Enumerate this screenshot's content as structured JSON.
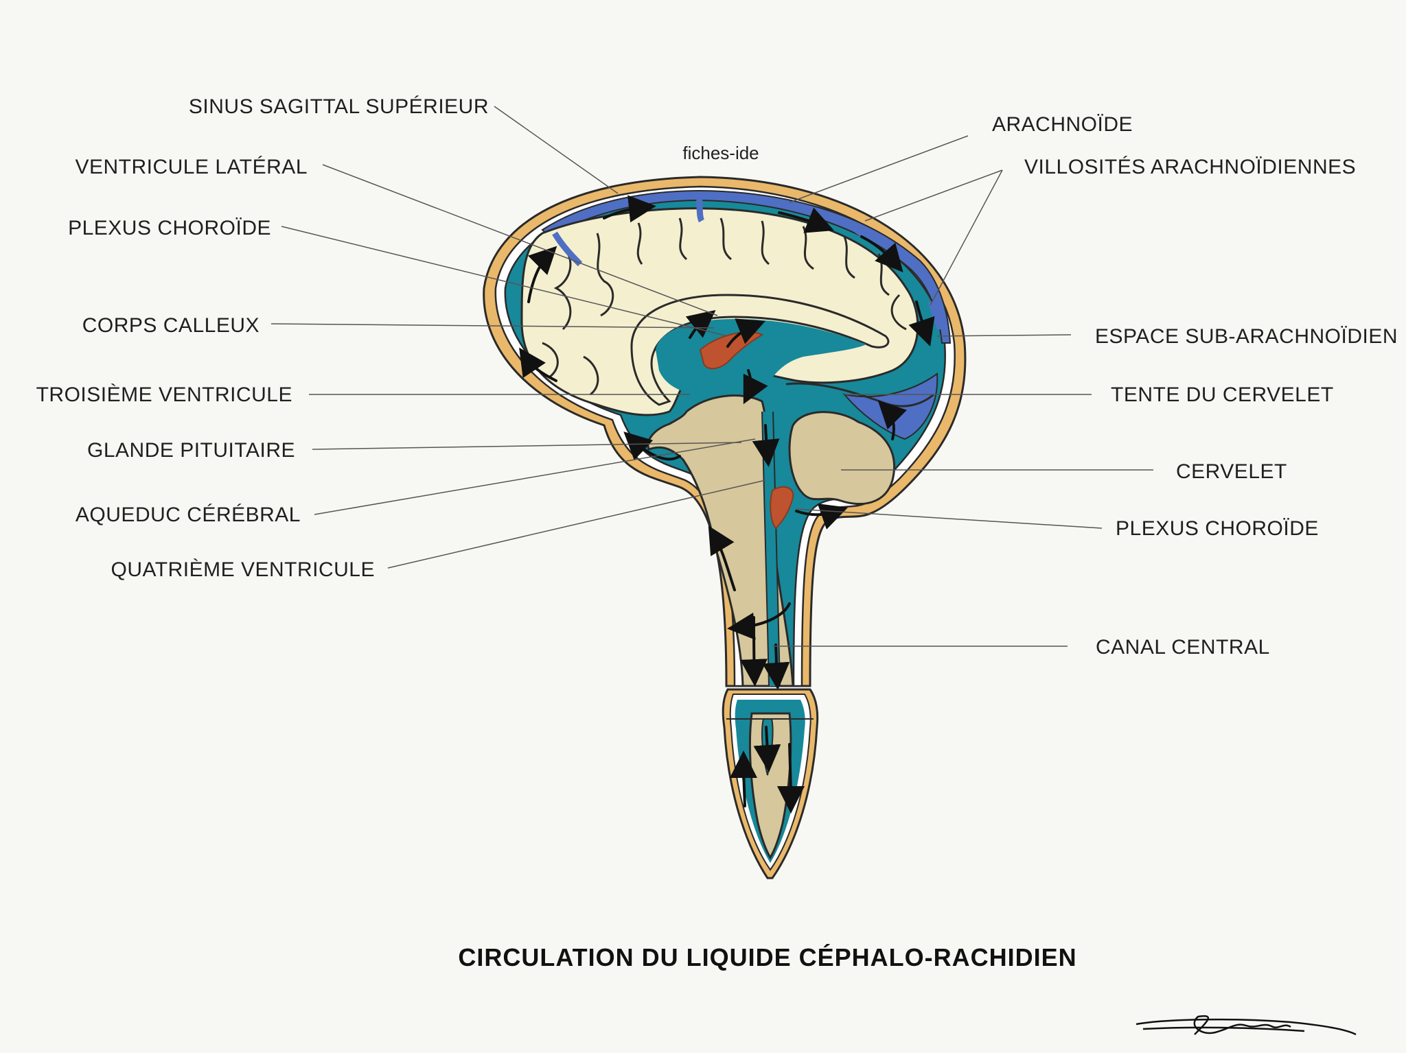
{
  "watermark": "fiches-ide",
  "title": "CIRCULATION DU LIQUIDE CÉPHALO-RACHIDIEN",
  "signature": "Léona",
  "labels_left": {
    "sinus_sagittal": "SINUS SAGITTAL SUPÉRIEUR",
    "ventricule_lateral": "VENTRICULE LATÉRAL",
    "plexus_choroide_haut": "PLEXUS CHOROÏDE",
    "corps_calleux": "CORPS CALLEUX",
    "troisieme_ventricule": "TROISIÈME VENTRICULE",
    "glande_pituitaire": "GLANDE PITUITAIRE",
    "aqueduc_cerebral": "AQUEDUC CÉRÉBRAL",
    "quatrieme_ventricule": "QUATRIÈME VENTRICULE"
  },
  "labels_right": {
    "arachnoide": "ARACHNOÏDE",
    "villosites": "VILLOSITÉS ARACHNOÏDIENNES",
    "espace_sub_arachnoidien": "ESPACE SUB-ARACHNOÏDIEN",
    "tente_cervelet": "TENTE DU CERVELET",
    "cervelet": "CERVELET",
    "plexus_choroide_bas": "PLEXUS CHOROÏDE",
    "canal_central": "CANAL CENTRAL"
  },
  "colors": {
    "background": "#f7f8f3",
    "dura": "#e9b86a",
    "membrane": "#ffffff",
    "csf": "#17899a",
    "venous_sinus": "#4f6fc4",
    "cortex": "#f4efcf",
    "brainstem": "#d6c79c",
    "plexus": "#c0532f",
    "outline": "#2a2a2a"
  }
}
